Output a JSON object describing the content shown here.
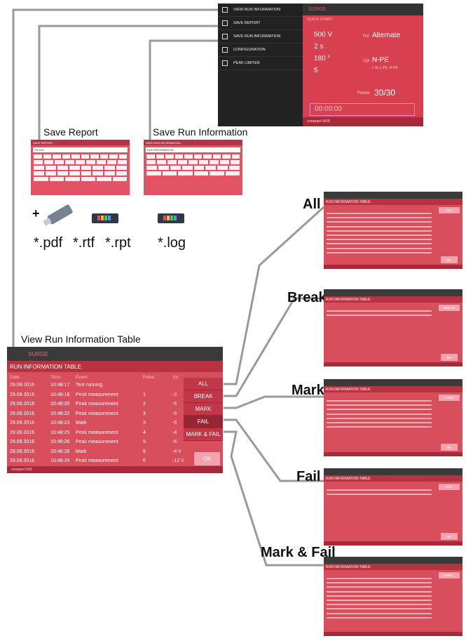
{
  "menu": {
    "items": [
      "VIEW RUN INFORMATION",
      "SAVE REPORT",
      "SAVE RUN INFORMATION",
      "CONFIGURATION",
      "PEAK LIMITER"
    ],
    "surge_title": "SURGE",
    "quick_start": "QUICK START",
    "voltage": "500 V",
    "time": "2 s",
    "angle": "180 °",
    "count": "5",
    "pol_label": "Pol",
    "pol_value": "Alternate",
    "cpl_label": "Cpl",
    "cpl_value": "N-PE",
    "cpl_options": "L-N, L-PE, N-PE",
    "pulses_label": "Pulses",
    "pulses_value": "30/30",
    "timer": "00:00:00",
    "device": "compact NX5"
  },
  "labels": {
    "save_report": "Save Report",
    "save_run_information": "Save Run Information",
    "view_table": "View Run Information Table",
    "ext_pdf": "*.pdf",
    "ext_rtf": "*.rtf",
    "ext_rpt": "*.rpt",
    "ext_log": "*.log",
    "plus": "+",
    "all": "All",
    "break": "Break",
    "mark": "Mark",
    "fail": "Fail",
    "mark_fail": "Mark & Fail"
  },
  "keyboards": {
    "report_header": "SAVE REPORT...",
    "report_input": "TR-118",
    "run_header": "SAVE RUN INFORMATION...",
    "run_input": "RUN INFORMATION"
  },
  "table": {
    "header_title": "SURGE",
    "title": "RUN INFORMATION TABLE",
    "columns": [
      "Date",
      "Time",
      "Event",
      "Pulse",
      "Vp"
    ],
    "rows": [
      [
        "29.09.2016",
        "10:48:17",
        "Test running",
        "",
        ""
      ],
      [
        "29.09.2016",
        "10:48:18",
        "Peak measurement",
        "1",
        "-3"
      ],
      [
        "29.09.2016",
        "10:48:20",
        "Peak measurement",
        "2",
        "-5"
      ],
      [
        "29.09.2016",
        "10:48:22",
        "Peak measurement",
        "3",
        "-5"
      ],
      [
        "29.09.2016",
        "10:48:23",
        "Mark",
        "3",
        "-5"
      ],
      [
        "29.09.2016",
        "10:48:25",
        "Peak measurement",
        "4",
        "-4"
      ],
      [
        "29.09.2016",
        "10:48:26",
        "Peak measurement",
        "5",
        "-6"
      ],
      [
        "29.09.2016",
        "10:48:28",
        "Mark",
        "5",
        "-4 V"
      ],
      [
        "29.09.2016",
        "10:48:29",
        "Peak measurement",
        "6",
        "-12 V"
      ]
    ],
    "filters": [
      "ALL",
      "BREAK",
      "MARK",
      "FAIL",
      "MARK & FAIL"
    ],
    "ok": "OK",
    "footer": "compact NX5"
  },
  "mini": {
    "title": "RUN INFORMATION TABLE",
    "ok": "OK",
    "filter_all": "ALL",
    "filter_break": "BREAK",
    "filter_mark": "MARK",
    "filter_fail": "FAIL",
    "filter_markfail": "MARK_"
  },
  "colors": {
    "accent": "#d94e5c",
    "dark": "#2a2a2a",
    "wire": "#999999"
  }
}
